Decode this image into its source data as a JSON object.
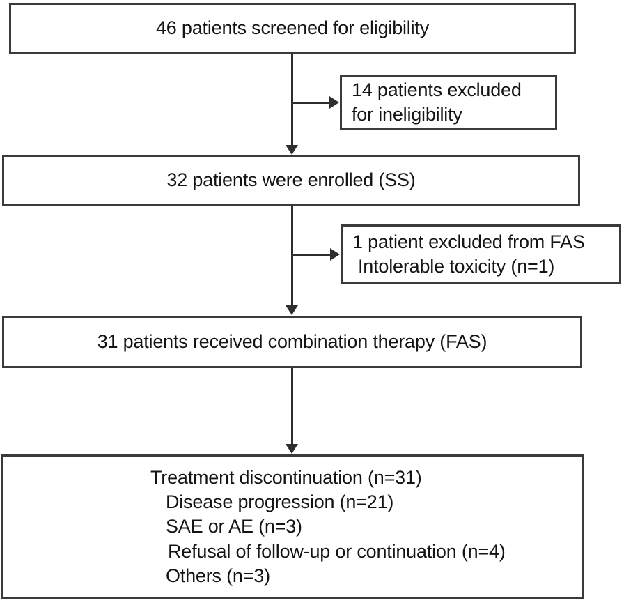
{
  "figure": {
    "type": "flowchart",
    "title": "CONSORT-style patient disposition flow diagram",
    "background_color": "#ffffff",
    "box_border_color": "#3a3a3a",
    "connector_color": "#2e2e2e",
    "text_color": "#141414"
  },
  "nodes": {
    "screened": {
      "id": "screened",
      "text": "46 patients screened for eligibility",
      "count": 46
    },
    "excluded_ineligibility": {
      "id": "excluded-ineligibility",
      "lines": [
        "14 patients excluded",
        "for ineligibility"
      ],
      "count": 14
    },
    "enrolled": {
      "id": "enrolled",
      "text": "32 patients were enrolled (SS)",
      "count": 32,
      "population": "SS"
    },
    "excluded_fas": {
      "id": "excluded-fas",
      "lines": [
        "1 patient excluded from FAS",
        "Intolerable toxicity (n=1)"
      ],
      "count": 1,
      "reason": "Intolerable toxicity",
      "reason_n": 1
    },
    "received": {
      "id": "received",
      "text": "31 patients received combination therapy (FAS)",
      "count": 31,
      "population": "FAS"
    },
    "discontinuation": {
      "id": "discontinuation",
      "header": "Treatment discontinuation (n=31)",
      "total": 31,
      "reasons": [
        {
          "label": "Disease progression (n=21)",
          "name": "Disease progression",
          "n": 21
        },
        {
          "label": "SAE or AE (n=3)",
          "name": "SAE or AE",
          "n": 3
        },
        {
          "label": "Refusal of follow-up or continuation (n=4)",
          "name": "Refusal of follow-up or continuation",
          "n": 4
        },
        {
          "label": "Others (n=3)",
          "name": "Others",
          "n": 3
        }
      ]
    }
  },
  "connectors": [
    {
      "name": "screened-to-enrolled",
      "from": "screened",
      "to": "enrolled",
      "direction": "down"
    },
    {
      "name": "screened-to-excluded-ineligibility",
      "from": "screened",
      "to": "excluded_ineligibility",
      "direction": "right"
    },
    {
      "name": "enrolled-to-received",
      "from": "enrolled",
      "to": "received",
      "direction": "down"
    },
    {
      "name": "enrolled-to-excluded-fas",
      "from": "enrolled",
      "to": "excluded_fas",
      "direction": "right"
    },
    {
      "name": "received-to-discontinuation",
      "from": "received",
      "to": "discontinuation",
      "direction": "down"
    }
  ]
}
